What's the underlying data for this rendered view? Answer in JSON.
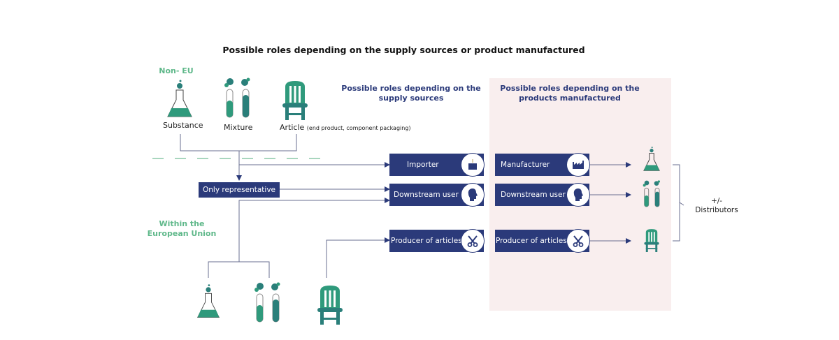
{
  "title": "Possible roles depending on the supply sources or product manufactured",
  "regions": {
    "non_eu": "Non- EU",
    "eu_line1": "Within the",
    "eu_line2": "European Union"
  },
  "columns": {
    "supply_line1": "Possible roles depending on the",
    "supply_line2": "supply sources",
    "products_line1": "Possible roles depending on the",
    "products_line2": "products manufactured"
  },
  "items": {
    "substance": "Substance",
    "mixture": "Mixture",
    "article": "Article",
    "article_note": "(end product, component packaging)"
  },
  "only_representative": "Only representative",
  "supply_roles": [
    {
      "label": "Importer",
      "icon": "importer-icon"
    },
    {
      "label": "Downstream user",
      "icon": "head-icon"
    },
    {
      "label": "Producer of articles",
      "icon": "scissors-icon"
    }
  ],
  "product_roles": [
    {
      "label": "Manufacturer",
      "icon": "factory-icon"
    },
    {
      "label": "Downstream user",
      "icon": "head-icon"
    },
    {
      "label": "Producer of articles",
      "icon": "scissors-icon"
    }
  ],
  "distributors": {
    "line1": "+/-",
    "line2": "Distributors"
  },
  "colors": {
    "navy": "#2b3a7a",
    "green": "#5fb88a",
    "teal_dark": "#2a7f7a",
    "pink_panel": "#f9eeee",
    "line": "#4a4f7a"
  }
}
